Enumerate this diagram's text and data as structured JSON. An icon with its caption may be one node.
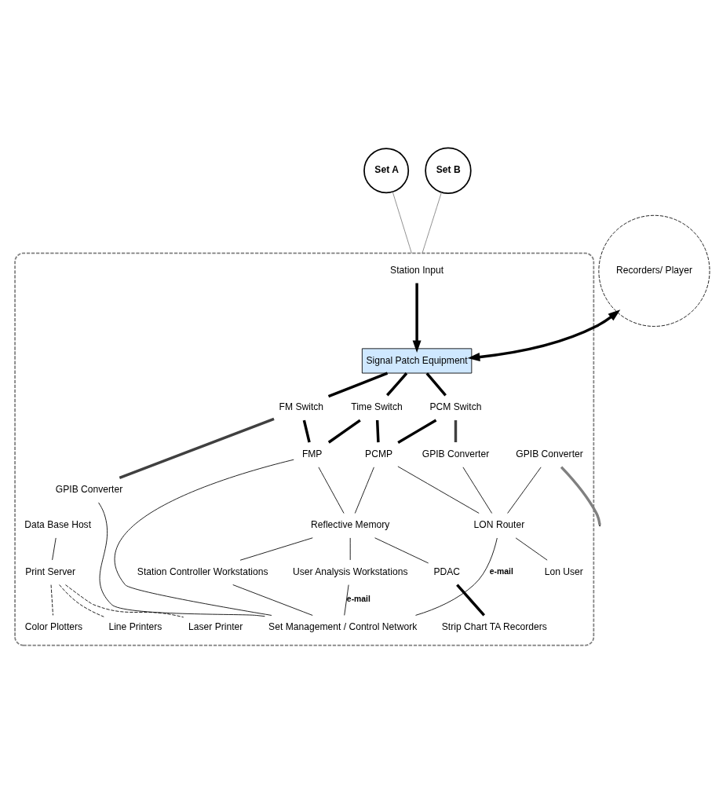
{
  "diagram": {
    "nodes": [
      {
        "text": [
          "Set A"
        ]
      },
      {
        "text": [
          "Set B"
        ]
      },
      {
        "text": [],
        "shape": "box"
      },
      {
        "text": [
          "Station Input"
        ],
        "in": 2
      },
      {
        "text": [
          "Recorders/ Player"
        ]
      },
      {
        "text": [
          "Signal Patch Equipment"
        ],
        "in": 2
      },
      {
        "text": [
          "FM Switch"
        ],
        "in": 2
      },
      {
        "text": [
          "Time Switch"
        ],
        "in": 2
      },
      {
        "text": [
          "PCM Switch"
        ],
        "in": 2
      },
      {
        "text": [
          "GPIB Converter"
        ],
        "in": 2
      },
      {
        "text": [
          "GPIB Converter"
        ],
        "in": 2
      },
      {
        "text": [
          "GPIB Converter"
        ],
        "in": 2
      },
      {
        "text": [
          "FMP"
        ],
        "in": 2
      },
      {
        "text": [
          "PCMP"
        ],
        "in": 2
      },
      {
        "text": [
          "Reflective Memory"
        ],
        "in": 2
      },
      {
        "text": [
          "PDAC"
        ],
        "in": 2
      },
      {
        "text": [
          "Station Controller Workstations"
        ],
        "in": 2
      },
      {
        "text": [
          "User Analysis Workstations"
        ],
        "in": 2
      },
      {
        "text": [
          "Data Base Host"
        ],
        "in": 2
      },
      {
        "text": [
          "LON Router"
        ],
        "in": 2
      },
      {
        "text": [
          "Set Management / Control Network"
        ],
        "in": 2
      },
      {
        "text": [
          "Lon User"
        ],
        "in": 2
      },
      {
        "text": [
          "Strip Chart TA Recorders"
        ],
        "in": 2
      },
      {
        "text": [
          "Print Server"
        ],
        "in": 2
      },
      {
        "text": [
          "Color Plotters"
        ],
        "in": 2
      },
      {
        "text": [
          "Line Printers"
        ],
        "in": 2
      },
      {
        "text": [
          "Laser Printer"
        ],
        "in": 2
      }
    ],
    "edges": [
      {
        "from": 0,
        "to": 2,
        "arrow": "none",
        "color": "#808080"
      },
      {
        "from": 1,
        "to": 2,
        "arrow": "none",
        "color": "#808080"
      },
      {
        "from": 3,
        "to": 5,
        "arrow": "to",
        "style": "thick"
      },
      {
        "from": 4,
        "to": 5,
        "arrow": "both",
        "style": "thick"
      },
      {
        "from": 5,
        "to": 6,
        "arrow": "none",
        "style": "thick"
      },
      {
        "from": 5,
        "to": 7,
        "arrow": "none",
        "style": "thick"
      },
      {
        "from": 5,
        "to": 8,
        "arrow": "none",
        "style": "thick"
      },
      {
        "from": 6,
        "to": 12,
        "arrow": "none",
        "style": "thick"
      },
      {
        "from": 7,
        "to": 12,
        "arrow": "none",
        "style": "thick"
      },
      {
        "from": 7,
        "to": 13,
        "arrow": "none",
        "style": "thick"
      },
      {
        "from": 8,
        "to": 13,
        "arrow": "none",
        "style": "thick"
      },
      {
        "from": 6,
        "to": 10,
        "arrow": "none",
        "style": "thick",
        "color": "#404040"
      },
      {
        "from": 8,
        "to": 11,
        "arrow": "none",
        "style": "thick",
        "color": "#404040"
      },
      {
        "from": 9,
        "to": null,
        "arrow": "none",
        "style": "thick",
        "color": "#808080"
      },
      {
        "from": 10,
        "to": 20,
        "arrow": "none"
      },
      {
        "from": 12,
        "to": 20,
        "arrow": "none"
      },
      {
        "from": 9,
        "to": 19,
        "arrow": "none"
      },
      {
        "from": 11,
        "to": 19,
        "arrow": "none"
      },
      {
        "from": 13,
        "to": 19,
        "arrow": "none"
      },
      {
        "from": 12,
        "to": 14,
        "arrow": "none"
      },
      {
        "from": 13,
        "to": 14,
        "arrow": "none"
      },
      {
        "from": 15,
        "to": 14,
        "arrow": "none"
      },
      {
        "from": 16,
        "to": 14,
        "arrow": "none"
      },
      {
        "from": 17,
        "to": 14,
        "arrow": "none"
      },
      {
        "from": 16,
        "to": 20,
        "arrow": "none"
      },
      {
        "from": 17,
        "to": 20,
        "arrow": "none",
        "label": "e-mail"
      },
      {
        "from": 19,
        "to": 20,
        "arrow": "none",
        "label": "e-mail"
      },
      {
        "from": 18,
        "to": 23,
        "arrow": "none"
      },
      {
        "from": 19,
        "to": 21,
        "arrow": "none"
      },
      {
        "from": 15,
        "to": 22,
        "arrow": "none",
        "style": "thick"
      },
      {
        "from": 23,
        "to": 24,
        "arrow": "none",
        "style": "dashed"
      },
      {
        "from": 23,
        "to": 25,
        "arrow": "none",
        "style": "dashed"
      },
      {
        "from": 23,
        "to": 26,
        "arrow": "none",
        "style": "dashed"
      }
    ]
  }
}
